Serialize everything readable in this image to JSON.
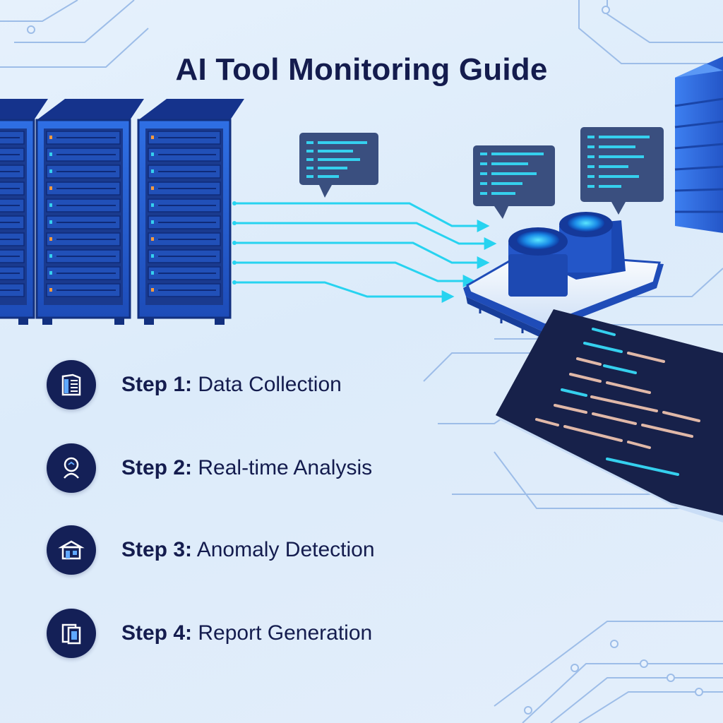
{
  "title": "AI Tool Monitoring Guide",
  "steps": [
    {
      "number": "Step 1:",
      "label": "Data Collection",
      "icon": "document-icon"
    },
    {
      "number": "Step 2:",
      "label": "Real-time Analysis",
      "icon": "analyst-icon"
    },
    {
      "number": "Step 3:",
      "label": "Anomaly Detection",
      "icon": "detection-station-icon"
    },
    {
      "number": "Step 4:",
      "label": "Report Generation",
      "icon": "report-icon"
    }
  ],
  "colors": {
    "title": "#141c4e",
    "icon_circle": "#142057",
    "server_blue": "#2b63d8",
    "flow_cyan": "#27d3f0",
    "circuit_line": "#9dbde8",
    "terminal_dark": "#17214a"
  }
}
